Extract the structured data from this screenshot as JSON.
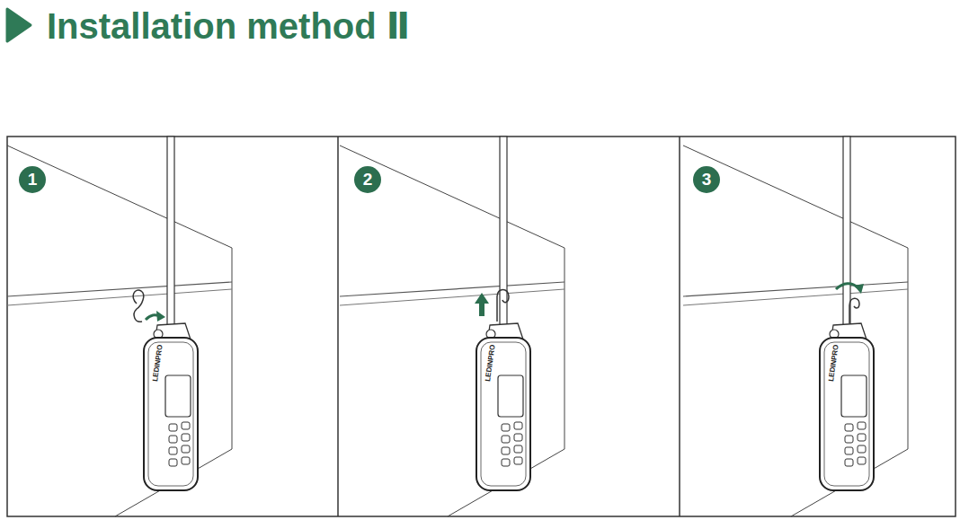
{
  "diagram": {
    "title": "Installation method Ⅱ",
    "nodes": [
      {
        "text": [
          "1"
        ]
      },
      {
        "text": [
          "2"
        ]
      },
      {
        "text": [
          "3"
        ]
      }
    ],
    "labels": [
      "LEDINPRO",
      "LEDINPRO",
      "LEDINPRO"
    ]
  }
}
